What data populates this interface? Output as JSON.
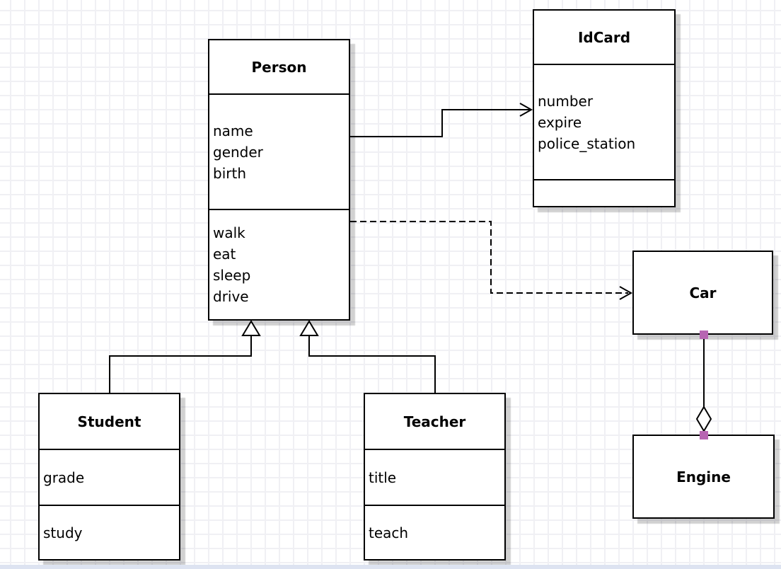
{
  "diagram": {
    "type": "uml-class-diagram",
    "classes": [
      {
        "id": "person",
        "name": "Person",
        "attributes": [
          "name",
          "gender",
          "birth"
        ],
        "methods": [
          "walk",
          "eat",
          "sleep",
          "drive"
        ]
      },
      {
        "id": "idcard",
        "name": "IdCard",
        "attributes": [
          "number",
          "expire",
          "police_station"
        ],
        "methods": []
      },
      {
        "id": "car",
        "name": "Car"
      },
      {
        "id": "engine",
        "name": "Engine"
      },
      {
        "id": "student",
        "name": "Student",
        "attributes": [
          "grade"
        ],
        "methods": [
          "study"
        ]
      },
      {
        "id": "teacher",
        "name": "Teacher",
        "attributes": [
          "title"
        ],
        "methods": [
          "teach"
        ]
      }
    ],
    "relationships": [
      {
        "from": "Person",
        "to": "IdCard",
        "type": "association",
        "line": "solid",
        "marker": "open-arrow"
      },
      {
        "from": "Person",
        "to": "Car",
        "type": "dependency",
        "line": "dashed",
        "marker": "open-arrow"
      },
      {
        "from": "Student",
        "to": "Person",
        "type": "generalization",
        "line": "solid",
        "marker": "hollow-triangle"
      },
      {
        "from": "Teacher",
        "to": "Person",
        "type": "generalization",
        "line": "solid",
        "marker": "hollow-triangle"
      },
      {
        "from": "Car",
        "to": "Engine",
        "type": "aggregation",
        "line": "solid",
        "marker": "hollow-diamond",
        "endpoint_handles": "purple-squares"
      }
    ],
    "colors": {
      "box_fill": "#ffffff",
      "box_border": "#000000",
      "grid_line": "#f0f0f4",
      "canvas": "#ffffff",
      "connector_handle": "#b765b2",
      "bottom_strip": "#dde3f1"
    }
  }
}
